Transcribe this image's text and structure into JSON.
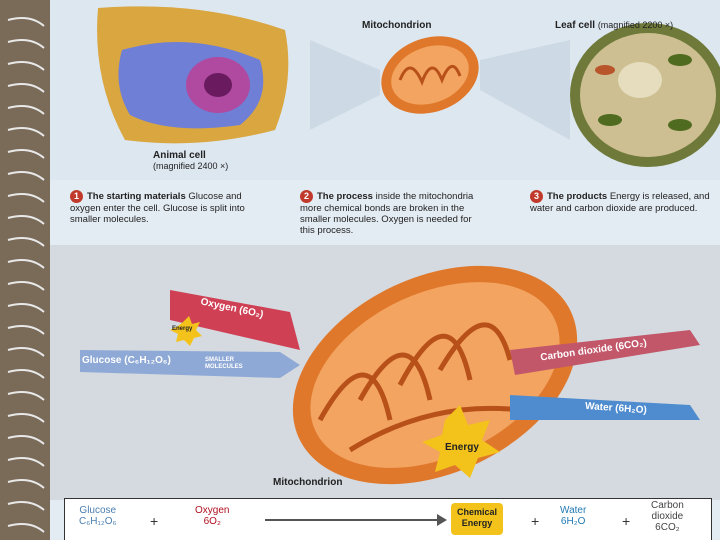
{
  "labels": {
    "mitochondrion_top": "Mitochondrion",
    "leaf_cell": "Leaf cell",
    "leaf_mag": "(magnified 2200 ×)",
    "animal_cell": "Animal cell",
    "animal_mag": "(magnified 2400 ×)",
    "mitochondrion_bottom": "Mitochondrion"
  },
  "steps": [
    {
      "num": "1",
      "title": "The starting materials",
      "text": "Glucose and oxygen enter the cell. Glucose is split into smaller molecules."
    },
    {
      "num": "2",
      "title": "The process",
      "text": "inside the mitochondria more chemical bonds are broken in the smaller molecules. Oxygen is needed for this process."
    },
    {
      "num": "3",
      "title": "The products",
      "text": "Energy is released, and water and carbon dioxide are produced."
    }
  ],
  "arrows": {
    "oxygen": "Oxygen (6O₂)",
    "glucose": "Glucose (C₆H₁₂O₆)",
    "smaller": "SMALLER MOLECULES",
    "energy_small": "Energy",
    "co2": "Carbon dioxide (6CO₂)",
    "water": "Water (6H₂O)",
    "energy_big": "Energy"
  },
  "equation": {
    "glucose_name": "Glucose",
    "glucose_formula": "C₆H₁₂O₆",
    "plus1": "+",
    "oxygen_name": "Oxygen",
    "oxygen_formula": "6O₂",
    "chem1": "Chemical",
    "chem2": "Energy",
    "plus2": "+",
    "water_name": "Water",
    "water_formula": "6H₂O",
    "plus3": "+",
    "co2_name1": "Carbon",
    "co2_name2": "dioxide",
    "co2_formula": "6CO₂"
  },
  "colors": {
    "oxygen": "#b01020",
    "water": "#1f78b4",
    "glucose": "#4a7fb0",
    "energy": "#f3c31b",
    "binding": "#7a6a58"
  }
}
